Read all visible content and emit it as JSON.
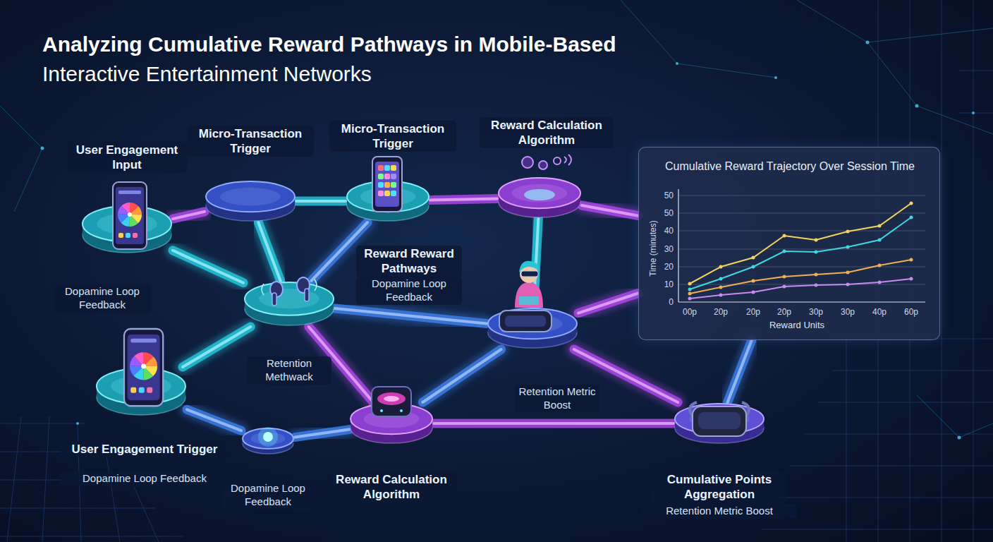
{
  "diagram": {
    "title": "Analyzing Cumulative Reward Pathways in Mobile-Based Interactive Entertainment Networks",
    "nodes": [
      {
        "text": [
          "User Engagement Input",
          "Dopamine Loop Feedback"
        ]
      },
      {
        "text": [
          "Micro-Transaction Trigger"
        ]
      },
      {
        "text": [
          "Micro-Transaction Trigger"
        ]
      },
      {
        "text": [
          "Reward Calculation Algorithm"
        ]
      },
      {
        "text": [
          "Retention Methwack"
        ]
      },
      {
        "text": [
          "Retention Metric Boost"
        ]
      },
      {
        "text": [
          "User Engagement Trigger",
          "Dopamine Loop Feedback"
        ]
      },
      {
        "text": [
          "Dopamine Loop Feedback"
        ]
      },
      {
        "text": [
          "Reward Calculation Algorithm"
        ]
      },
      {
        "text": [
          "Cumulative Points Aggregation",
          "Retention Metric Boost"
        ]
      },
      {
        "text": [
          "Cumulative Reward Trajectory Over Session Time"
        ]
      }
    ],
    "edges": [
      {
        "from": 0,
        "to": 1,
        "arrow": "none"
      },
      {
        "from": 0,
        "to": 4,
        "arrow": "none"
      },
      {
        "from": 1,
        "to": 2,
        "arrow": "none"
      },
      {
        "from": 1,
        "to": 4,
        "arrow": "none"
      },
      {
        "from": 2,
        "to": 3,
        "arrow": "none"
      },
      {
        "from": 2,
        "to": 4,
        "arrow": "none"
      },
      {
        "from": 3,
        "to": 5,
        "arrow": "none"
      },
      {
        "from": 4,
        "to": 5,
        "arrow": "none"
      },
      {
        "from": 4,
        "to": 8,
        "arrow": "none"
      },
      {
        "from": 6,
        "to": 4,
        "arrow": "none"
      },
      {
        "from": 6,
        "to": 7,
        "arrow": "none"
      },
      {
        "from": 7,
        "to": 8,
        "arrow": "none"
      },
      {
        "from": 8,
        "to": 5,
        "arrow": "none"
      },
      {
        "from": 5,
        "to": 9,
        "arrow": "none"
      },
      {
        "from": 8,
        "to": 9,
        "arrow": "none"
      },
      {
        "from": 3,
        "to": 10,
        "arrow": "none"
      },
      {
        "from": 5,
        "to": 10,
        "arrow": "none"
      },
      {
        "from": 9,
        "to": 10,
        "arrow": "none"
      }
    ],
    "labels": [
      "Reward Reward Pathways",
      "Dopamine Loop Feedback",
      "50",
      "50",
      "40",
      "30",
      "20",
      "10",
      "0",
      "Time (minutes)",
      "00p",
      "20p",
      "20p",
      "20p",
      "30p",
      "30p",
      "40p",
      "60p",
      "Reward Units"
    ]
  }
}
